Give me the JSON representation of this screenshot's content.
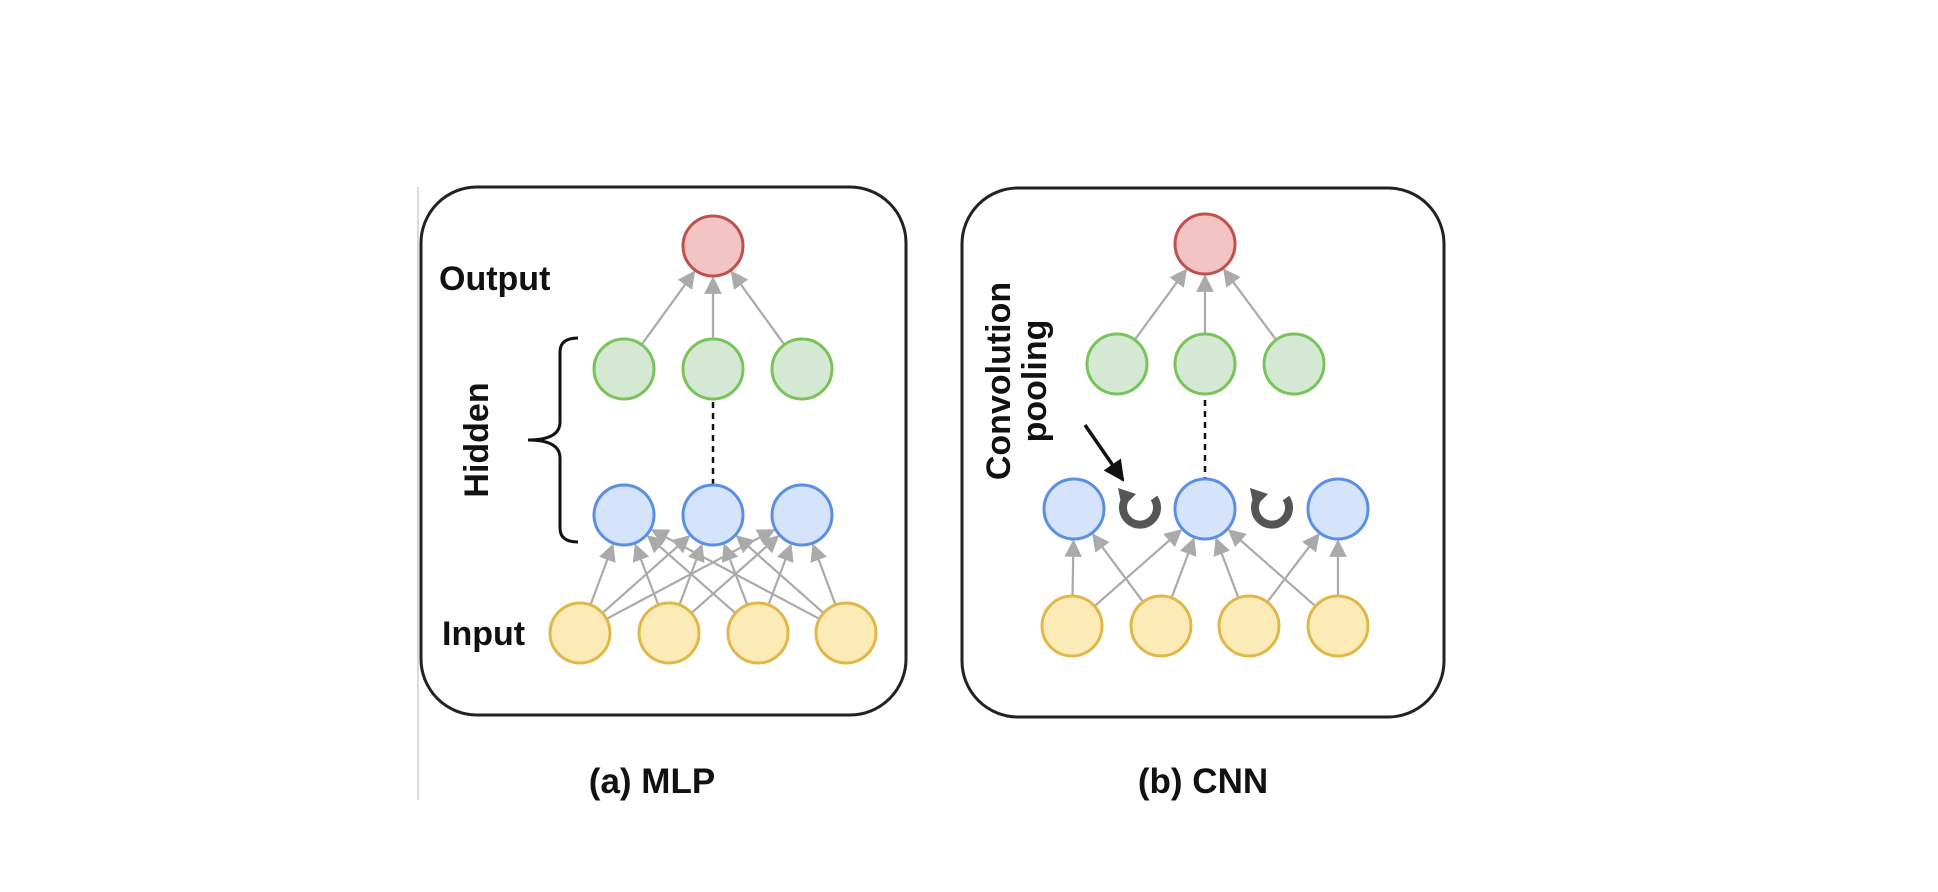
{
  "panels": {
    "mlp": {
      "caption": "(a) MLP",
      "output_label": "Output",
      "hidden_label": "Hidden",
      "input_label": "Input"
    },
    "cnn": {
      "caption": "(b) CNN",
      "conv_label": "Convolution",
      "pool_label": "pooling"
    }
  },
  "colors": {
    "output_fill": "#f2c4c4",
    "output_stroke": "#c0504d",
    "hidden_fill": "#d5e8d4",
    "hidden_stroke": "#7ac35a",
    "conv_fill": "#d6e4fb",
    "conv_stroke": "#5b8ee6",
    "input_fill": "#fcebb6",
    "input_stroke": "#e0b84a",
    "edge": "#aaaaaa",
    "frame": "#222222"
  },
  "icons": {
    "pooling": "circular-arrow-icon"
  }
}
